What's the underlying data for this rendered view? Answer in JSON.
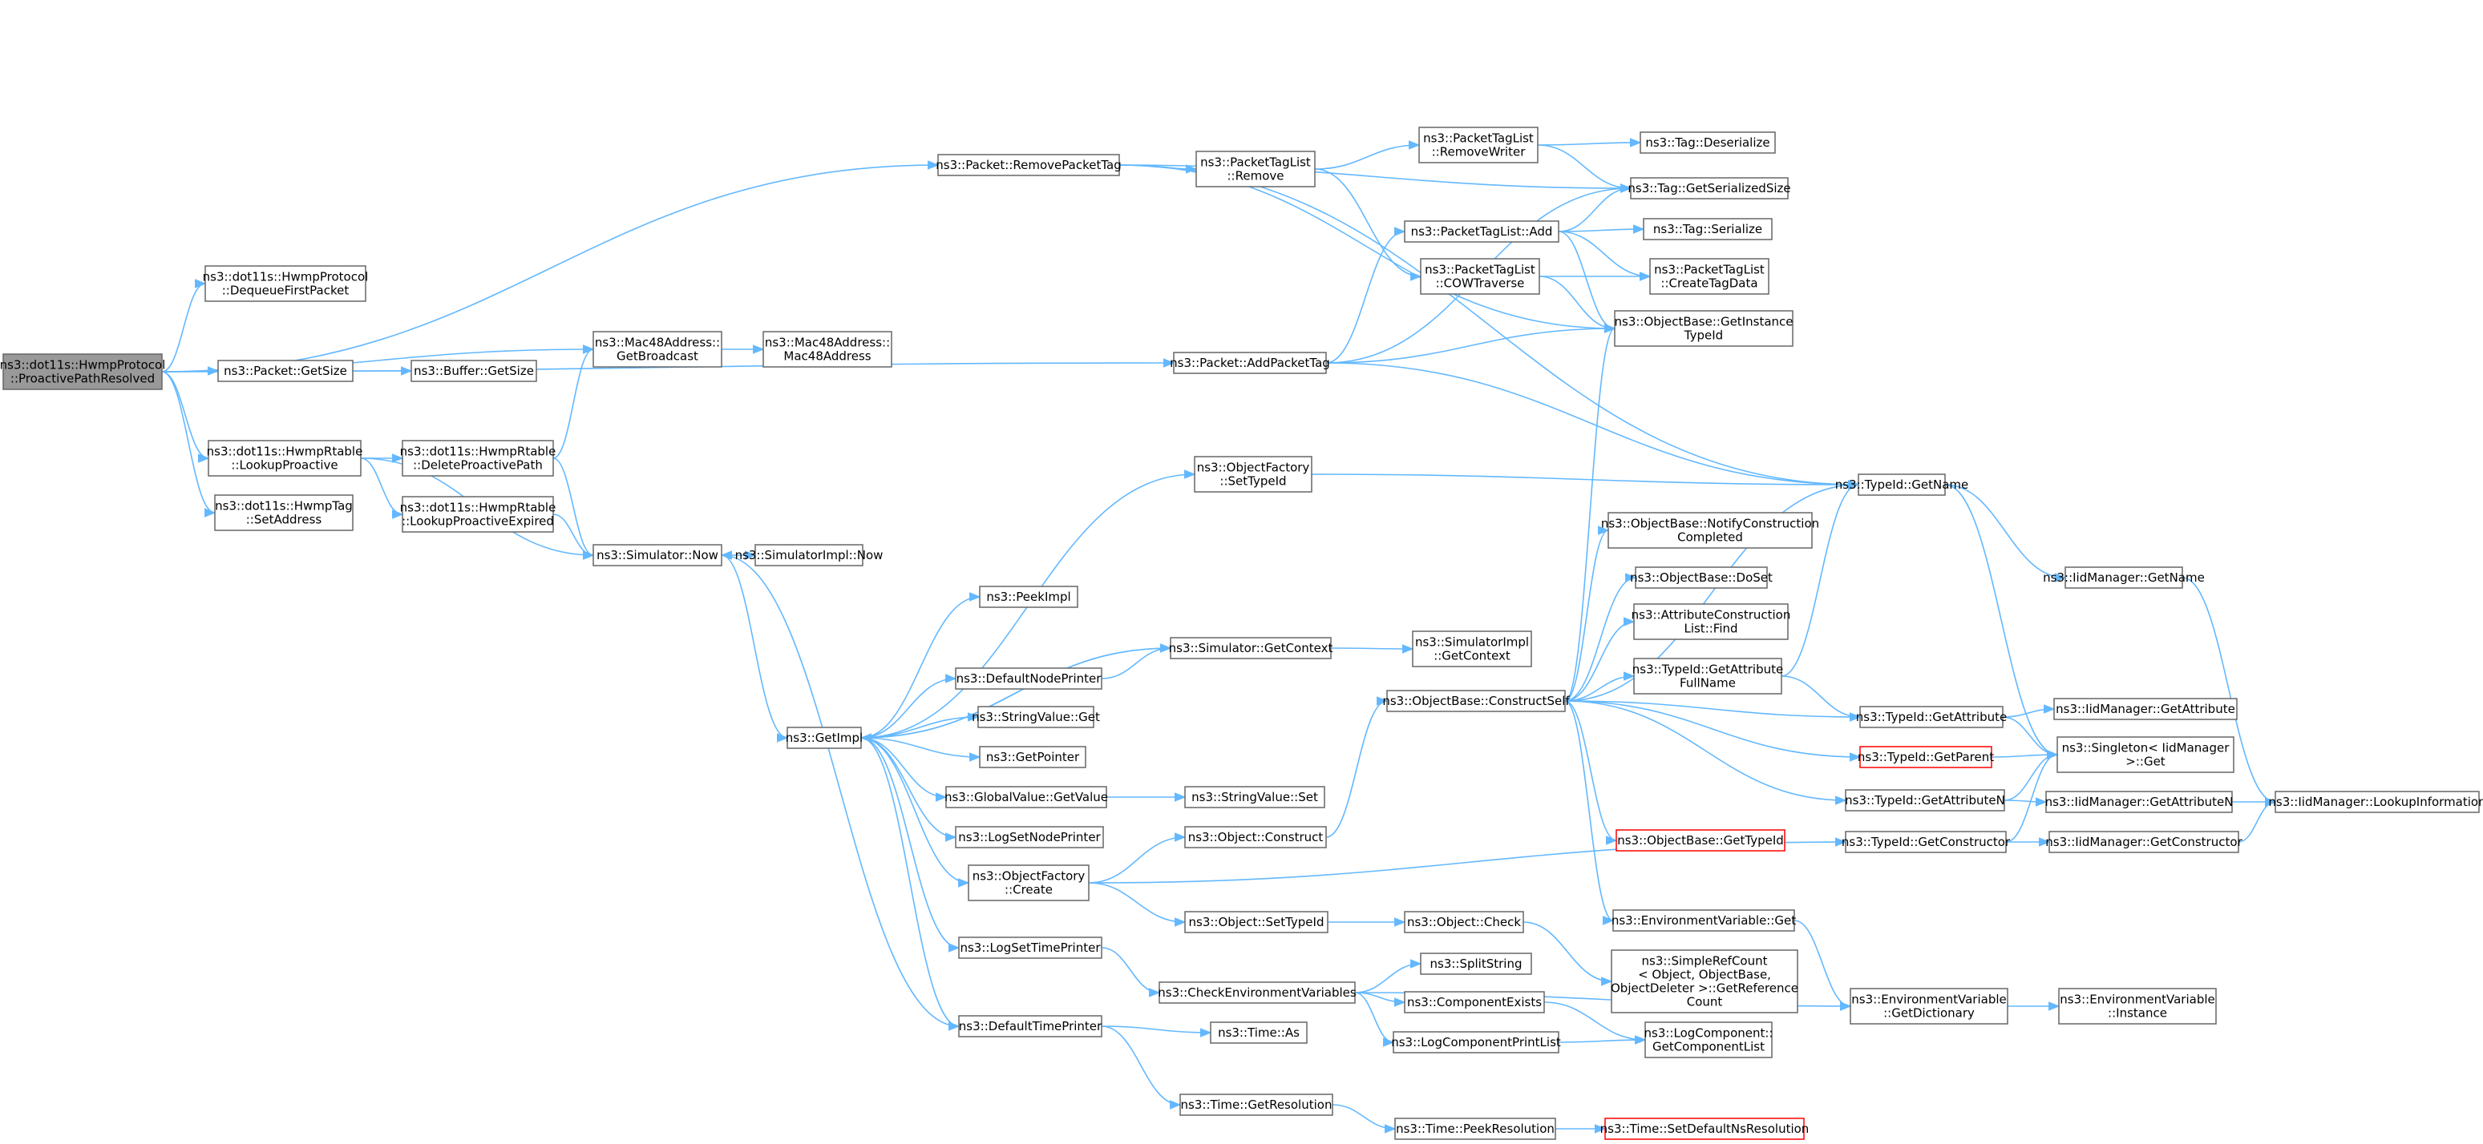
{
  "nodes": [
    {
      "id": "root",
      "lines": [
        "ns3::dot11s::HwmpProtocol",
        "::ProactivePathResolved"
      ],
      "style": "root"
    },
    {
      "id": "dequeue",
      "lines": [
        "ns3::dot11s::HwmpProtocol",
        "::DequeueFirstPacket"
      ]
    },
    {
      "id": "pkt_getsize",
      "lines": [
        "ns3::Packet::GetSize"
      ]
    },
    {
      "id": "buf_getsize",
      "lines": [
        "ns3::Buffer::GetSize"
      ]
    },
    {
      "id": "lookupproactive",
      "lines": [
        "ns3::dot11s::HwmpRtable",
        "::LookupProactive"
      ]
    },
    {
      "id": "setaddress",
      "lines": [
        "ns3::dot11s::HwmpTag",
        "::SetAddress"
      ]
    },
    {
      "id": "deleteproactive",
      "lines": [
        "ns3::dot11s::HwmpRtable",
        "::DeleteProactivePath"
      ]
    },
    {
      "id": "lookupexpired",
      "lines": [
        "ns3::dot11s::HwmpRtable",
        "::LookupProactiveExpired"
      ]
    },
    {
      "id": "getbroadcast",
      "lines": [
        "ns3::Mac48Address::",
        "GetBroadcast"
      ]
    },
    {
      "id": "mac48ctor",
      "lines": [
        "ns3::Mac48Address::",
        "Mac48Address"
      ]
    },
    {
      "id": "sim_now",
      "lines": [
        "ns3::Simulator::Now"
      ]
    },
    {
      "id": "simimpl_now",
      "lines": [
        "ns3::SimulatorImpl::Now"
      ]
    },
    {
      "id": "removepackettag",
      "lines": [
        "ns3::Packet::RemovePacketTag"
      ]
    },
    {
      "id": "addpackettag",
      "lines": [
        "ns3::Packet::AddPacketTag"
      ]
    },
    {
      "id": "ptl_remove",
      "lines": [
        "ns3::PacketTagList",
        "::Remove"
      ]
    },
    {
      "id": "ptl_removewriter",
      "lines": [
        "ns3::PacketTagList",
        "::RemoveWriter"
      ]
    },
    {
      "id": "ptl_add",
      "lines": [
        "ns3::PacketTagList::Add"
      ]
    },
    {
      "id": "ptl_cow",
      "lines": [
        "ns3::PacketTagList",
        "::COWTraverse"
      ]
    },
    {
      "id": "tag_deserialize",
      "lines": [
        "ns3::Tag::Deserialize"
      ]
    },
    {
      "id": "tag_getsersize",
      "lines": [
        "ns3::Tag::GetSerializedSize"
      ]
    },
    {
      "id": "tag_serialize",
      "lines": [
        "ns3::Tag::Serialize"
      ]
    },
    {
      "id": "ptl_createtagdata",
      "lines": [
        "ns3::PacketTagList",
        "::CreateTagData"
      ]
    },
    {
      "id": "ob_getinstancetypeid",
      "lines": [
        "ns3::ObjectBase::GetInstance",
        "TypeId"
      ]
    },
    {
      "id": "typeid_getname",
      "lines": [
        "ns3::TypeId::GetName"
      ]
    },
    {
      "id": "iid_getname",
      "lines": [
        "ns3::IidManager::GetName"
      ]
    },
    {
      "id": "of_settypeid",
      "lines": [
        "ns3::ObjectFactory",
        "::SetTypeId"
      ]
    },
    {
      "id": "getimpl",
      "lines": [
        "ns3::GetImpl"
      ]
    },
    {
      "id": "peekimpl",
      "lines": [
        "ns3::PeekImpl"
      ]
    },
    {
      "id": "sim_getcontext",
      "lines": [
        "ns3::Simulator::GetContext"
      ]
    },
    {
      "id": "simimpl_getcontext",
      "lines": [
        "ns3::SimulatorImpl",
        "::GetContext"
      ]
    },
    {
      "id": "defaultnodeprinter",
      "lines": [
        "ns3::DefaultNodePrinter"
      ]
    },
    {
      "id": "stringvalue_get",
      "lines": [
        "ns3::StringValue::Get"
      ]
    },
    {
      "id": "getpointer",
      "lines": [
        "ns3::GetPointer"
      ]
    },
    {
      "id": "globalvalue_getvalue",
      "lines": [
        "ns3::GlobalValue::GetValue"
      ]
    },
    {
      "id": "stringvalue_set",
      "lines": [
        "ns3::StringValue::Set"
      ]
    },
    {
      "id": "logsetnodeprinter",
      "lines": [
        "ns3::LogSetNodePrinter"
      ]
    },
    {
      "id": "of_create",
      "lines": [
        "ns3::ObjectFactory",
        "::Create"
      ]
    },
    {
      "id": "obj_construct",
      "lines": [
        "ns3::Object::Construct"
      ]
    },
    {
      "id": "obj_settypeid",
      "lines": [
        "ns3::Object::SetTypeId"
      ]
    },
    {
      "id": "obj_check",
      "lines": [
        "ns3::Object::Check"
      ]
    },
    {
      "id": "logsettimeprinter",
      "lines": [
        "ns3::LogSetTimePrinter"
      ]
    },
    {
      "id": "checkenvvars",
      "lines": [
        "ns3::CheckEnvironmentVariables"
      ]
    },
    {
      "id": "defaulttimeprinter",
      "lines": [
        "ns3::DefaultTimePrinter"
      ]
    },
    {
      "id": "time_as",
      "lines": [
        "ns3::Time::As"
      ]
    },
    {
      "id": "time_getresolution",
      "lines": [
        "ns3::Time::GetResolution"
      ]
    },
    {
      "id": "time_peekresolution",
      "lines": [
        "ns3::Time::PeekResolution"
      ]
    },
    {
      "id": "time_setdefaultns",
      "lines": [
        "ns3::Time::SetDefaultNsResolution"
      ],
      "style": "red"
    },
    {
      "id": "splitstring",
      "lines": [
        "ns3::SplitString"
      ]
    },
    {
      "id": "componentexists",
      "lines": [
        "ns3::ComponentExists"
      ]
    },
    {
      "id": "logcomponentprintlist",
      "lines": [
        "ns3::LogComponentPrintList"
      ]
    },
    {
      "id": "logcomp_getlist",
      "lines": [
        "ns3::LogComponent::",
        "GetComponentList"
      ]
    },
    {
      "id": "simplerefcount",
      "lines": [
        "ns3::SimpleRefCount",
        "< Object, ObjectBase,",
        "ObjectDeleter >::GetReference",
        "Count"
      ]
    },
    {
      "id": "ob_notify",
      "lines": [
        "ns3::ObjectBase::NotifyConstruction",
        "Completed"
      ]
    },
    {
      "id": "ob_doset",
      "lines": [
        "ns3::ObjectBase::DoSet"
      ]
    },
    {
      "id": "attrconstlist_find",
      "lines": [
        "ns3::AttributeConstruction",
        "List::Find"
      ]
    },
    {
      "id": "typeid_getattrfullname",
      "lines": [
        "ns3::TypeId::GetAttribute",
        "FullName"
      ]
    },
    {
      "id": "ob_constructself",
      "lines": [
        "ns3::ObjectBase::ConstructSelf"
      ]
    },
    {
      "id": "ob_gettypeid",
      "lines": [
        "ns3::ObjectBase::GetTypeId"
      ],
      "style": "red"
    },
    {
      "id": "envvar_get",
      "lines": [
        "ns3::EnvironmentVariable::Get"
      ]
    },
    {
      "id": "typeid_getattribute",
      "lines": [
        "ns3::TypeId::GetAttribute"
      ]
    },
    {
      "id": "typeid_getparent",
      "lines": [
        "ns3::TypeId::GetParent"
      ],
      "style": "red"
    },
    {
      "id": "typeid_getattributen",
      "lines": [
        "ns3::TypeId::GetAttributeN"
      ]
    },
    {
      "id": "typeid_getconstructor",
      "lines": [
        "ns3::TypeId::GetConstructor"
      ]
    },
    {
      "id": "iid_getattribute",
      "lines": [
        "ns3::IidManager::GetAttribute"
      ]
    },
    {
      "id": "singleton_get",
      "lines": [
        "ns3::Singleton< IidManager",
        ">::Get"
      ]
    },
    {
      "id": "iid_getattributen",
      "lines": [
        "ns3::IidManager::GetAttributeN"
      ]
    },
    {
      "id": "iid_getconstructor",
      "lines": [
        "ns3::IidManager::GetConstructor"
      ]
    },
    {
      "id": "iid_lookupinfo",
      "lines": [
        "ns3::IidManager::LookupInformation"
      ]
    },
    {
      "id": "envvar_getdict",
      "lines": [
        "ns3::EnvironmentVariable",
        "::GetDictionary"
      ]
    },
    {
      "id": "envvar_instance",
      "lines": [
        "ns3::EnvironmentVariable",
        "::Instance"
      ]
    }
  ],
  "edges": [
    [
      "root",
      "removepackettag"
    ],
    [
      "root",
      "dequeue"
    ],
    [
      "root",
      "getbroadcast"
    ],
    [
      "root",
      "pkt_getsize"
    ],
    [
      "root",
      "addpackettag"
    ],
    [
      "root",
      "lookupproactive"
    ],
    [
      "root",
      "setaddress"
    ],
    [
      "pkt_getsize",
      "buf_getsize"
    ],
    [
      "getbroadcast",
      "mac48ctor"
    ],
    [
      "lookupproactive",
      "deleteproactive"
    ],
    [
      "lookupproactive",
      "lookupexpired"
    ],
    [
      "lookupproactive",
      "sim_now"
    ],
    [
      "deleteproactive",
      "getbroadcast"
    ],
    [
      "deleteproactive",
      "sim_now"
    ],
    [
      "lookupexpired",
      "sim_now"
    ],
    [
      "sim_now",
      "simimpl_now"
    ],
    [
      "sim_now",
      "getimpl"
    ],
    [
      "removepackettag",
      "ptl_remove"
    ],
    [
      "removepackettag",
      "tag_getsersize"
    ],
    [
      "removepackettag",
      "typeid_getname"
    ],
    [
      "removepackettag",
      "ob_getinstancetypeid"
    ],
    [
      "ptl_remove",
      "ptl_removewriter"
    ],
    [
      "ptl_remove",
      "ptl_cow"
    ],
    [
      "ptl_removewriter",
      "tag_deserialize"
    ],
    [
      "ptl_removewriter",
      "tag_getsersize"
    ],
    [
      "addpackettag",
      "ptl_add"
    ],
    [
      "addpackettag",
      "tag_getsersize"
    ],
    [
      "addpackettag",
      "ob_getinstancetypeid"
    ],
    [
      "addpackettag",
      "typeid_getname"
    ],
    [
      "ptl_add",
      "tag_getsersize"
    ],
    [
      "ptl_add",
      "tag_serialize"
    ],
    [
      "ptl_add",
      "ptl_createtagdata"
    ],
    [
      "ptl_add",
      "ob_getinstancetypeid"
    ],
    [
      "ptl_cow",
      "ptl_createtagdata"
    ],
    [
      "ptl_cow",
      "ob_getinstancetypeid"
    ],
    [
      "of_settypeid",
      "typeid_getname"
    ],
    [
      "typeid_getname",
      "iid_getname"
    ],
    [
      "typeid_getname",
      "singleton_get"
    ],
    [
      "iid_getname",
      "iid_lookupinfo"
    ],
    [
      "getimpl",
      "of_settypeid"
    ],
    [
      "getimpl",
      "peekimpl"
    ],
    [
      "getimpl",
      "sim_getcontext"
    ],
    [
      "getimpl",
      "defaultnodeprinter"
    ],
    [
      "getimpl",
      "stringvalue_get"
    ],
    [
      "getimpl",
      "getpointer"
    ],
    [
      "getimpl",
      "globalvalue_getvalue"
    ],
    [
      "getimpl",
      "logsetnodeprinter"
    ],
    [
      "getimpl",
      "of_create"
    ],
    [
      "getimpl",
      "logsettimeprinter"
    ],
    [
      "getimpl",
      "defaulttimeprinter"
    ],
    [
      "sim_getcontext",
      "simimpl_getcontext"
    ],
    [
      "sim_getcontext",
      "getimpl"
    ],
    [
      "defaultnodeprinter",
      "sim_getcontext"
    ],
    [
      "globalvalue_getvalue",
      "stringvalue_set"
    ],
    [
      "of_create",
      "obj_construct"
    ],
    [
      "of_create",
      "obj_settypeid"
    ],
    [
      "of_create",
      "typeid_getconstructor"
    ],
    [
      "obj_construct",
      "ob_constructself"
    ],
    [
      "obj_settypeid",
      "obj_check"
    ],
    [
      "obj_check",
      "simplerefcount"
    ],
    [
      "logsettimeprinter",
      "checkenvvars"
    ],
    [
      "checkenvvars",
      "splitstring"
    ],
    [
      "checkenvvars",
      "componentexists"
    ],
    [
      "checkenvvars",
      "logcomponentprintlist"
    ],
    [
      "checkenvvars",
      "envvar_getdict"
    ],
    [
      "componentexists",
      "logcomp_getlist"
    ],
    [
      "logcomponentprintlist",
      "logcomp_getlist"
    ],
    [
      "defaulttimeprinter",
      "sim_now"
    ],
    [
      "defaulttimeprinter",
      "time_as"
    ],
    [
      "defaulttimeprinter",
      "time_getresolution"
    ],
    [
      "time_getresolution",
      "time_peekresolution"
    ],
    [
      "time_peekresolution",
      "time_setdefaultns"
    ],
    [
      "ob_constructself",
      "ob_getinstancetypeid"
    ],
    [
      "ob_constructself",
      "typeid_getname"
    ],
    [
      "ob_constructself",
      "ob_notify"
    ],
    [
      "ob_constructself",
      "ob_doset"
    ],
    [
      "ob_constructself",
      "attrconstlist_find"
    ],
    [
      "ob_constructself",
      "typeid_getattrfullname"
    ],
    [
      "ob_constructself",
      "typeid_getattribute"
    ],
    [
      "ob_constructself",
      "typeid_getparent"
    ],
    [
      "ob_constructself",
      "typeid_getattributen"
    ],
    [
      "ob_constructself",
      "ob_gettypeid"
    ],
    [
      "ob_constructself",
      "envvar_get"
    ],
    [
      "typeid_getattrfullname",
      "typeid_getname"
    ],
    [
      "typeid_getattrfullname",
      "typeid_getattribute"
    ],
    [
      "typeid_getattribute",
      "iid_getattribute"
    ],
    [
      "typeid_getattribute",
      "singleton_get"
    ],
    [
      "typeid_getparent",
      "singleton_get"
    ],
    [
      "typeid_getattributen",
      "iid_getattributen"
    ],
    [
      "typeid_getattributen",
      "singleton_get"
    ],
    [
      "typeid_getconstructor",
      "iid_getconstructor"
    ],
    [
      "typeid_getconstructor",
      "singleton_get"
    ],
    [
      "iid_getattributen",
      "iid_lookupinfo"
    ],
    [
      "iid_getconstructor",
      "iid_lookupinfo"
    ],
    [
      "envvar_get",
      "envvar_getdict"
    ],
    [
      "envvar_getdict",
      "envvar_instance"
    ]
  ],
  "colors": {
    "edge": "#63b8ff",
    "root_fill": "#999999",
    "border": "#666666",
    "error_border": "#ff0000"
  }
}
